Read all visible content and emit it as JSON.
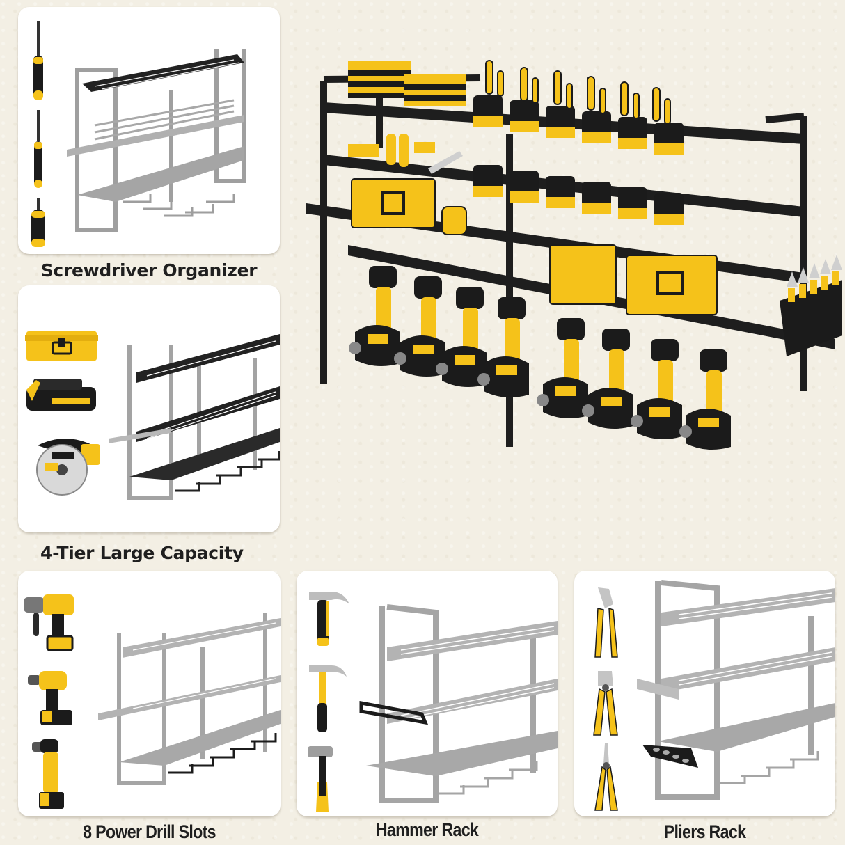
{
  "panels": [
    {
      "id": "screwdriver-organizer",
      "caption": "Screwdriver Organizer",
      "tools": [
        "long-screwdriver",
        "medium-screwdriver",
        "stubby-screwdriver"
      ],
      "rack_variant": "top-shelf-highlighted"
    },
    {
      "id": "four-tier",
      "caption": "4-Tier Large Capacity",
      "tools": [
        "tool-case",
        "battery-pack",
        "circular-saw"
      ],
      "rack_variant": "shelves-and-slots-highlighted"
    },
    {
      "id": "drill-slots",
      "caption": "8 Power Drill Slots",
      "tools": [
        "hammer-drill",
        "impact-driver",
        "right-angle-drill"
      ],
      "rack_variant": "drill-slots-highlighted"
    },
    {
      "id": "hammer-rack",
      "caption": "Hammer Rack",
      "tools": [
        "stubby-hammer",
        "claw-hammer",
        "sledge-hammer"
      ],
      "rack_variant": "hammer-hook-highlighted"
    },
    {
      "id": "pliers-rack",
      "caption": "Pliers Rack",
      "tools": [
        "tongue-groove-pliers",
        "lineman-pliers",
        "needle-nose-pliers"
      ],
      "rack_variant": "pliers-holder-highlighted"
    }
  ],
  "hero": {
    "subject": "loaded-power-tool-organizer-rack",
    "drill_count": 8,
    "battery_count": 12,
    "screwdriver_count": 12
  },
  "colors": {
    "background": "#f3efe4",
    "panel": "#ffffff",
    "caption_text": "#1f1f1f",
    "rack_gray": "#a5a5a5",
    "rack_black": "#1e1e1e",
    "tool_yellow": "#f5c21a",
    "tool_black": "#1b1b1b"
  }
}
